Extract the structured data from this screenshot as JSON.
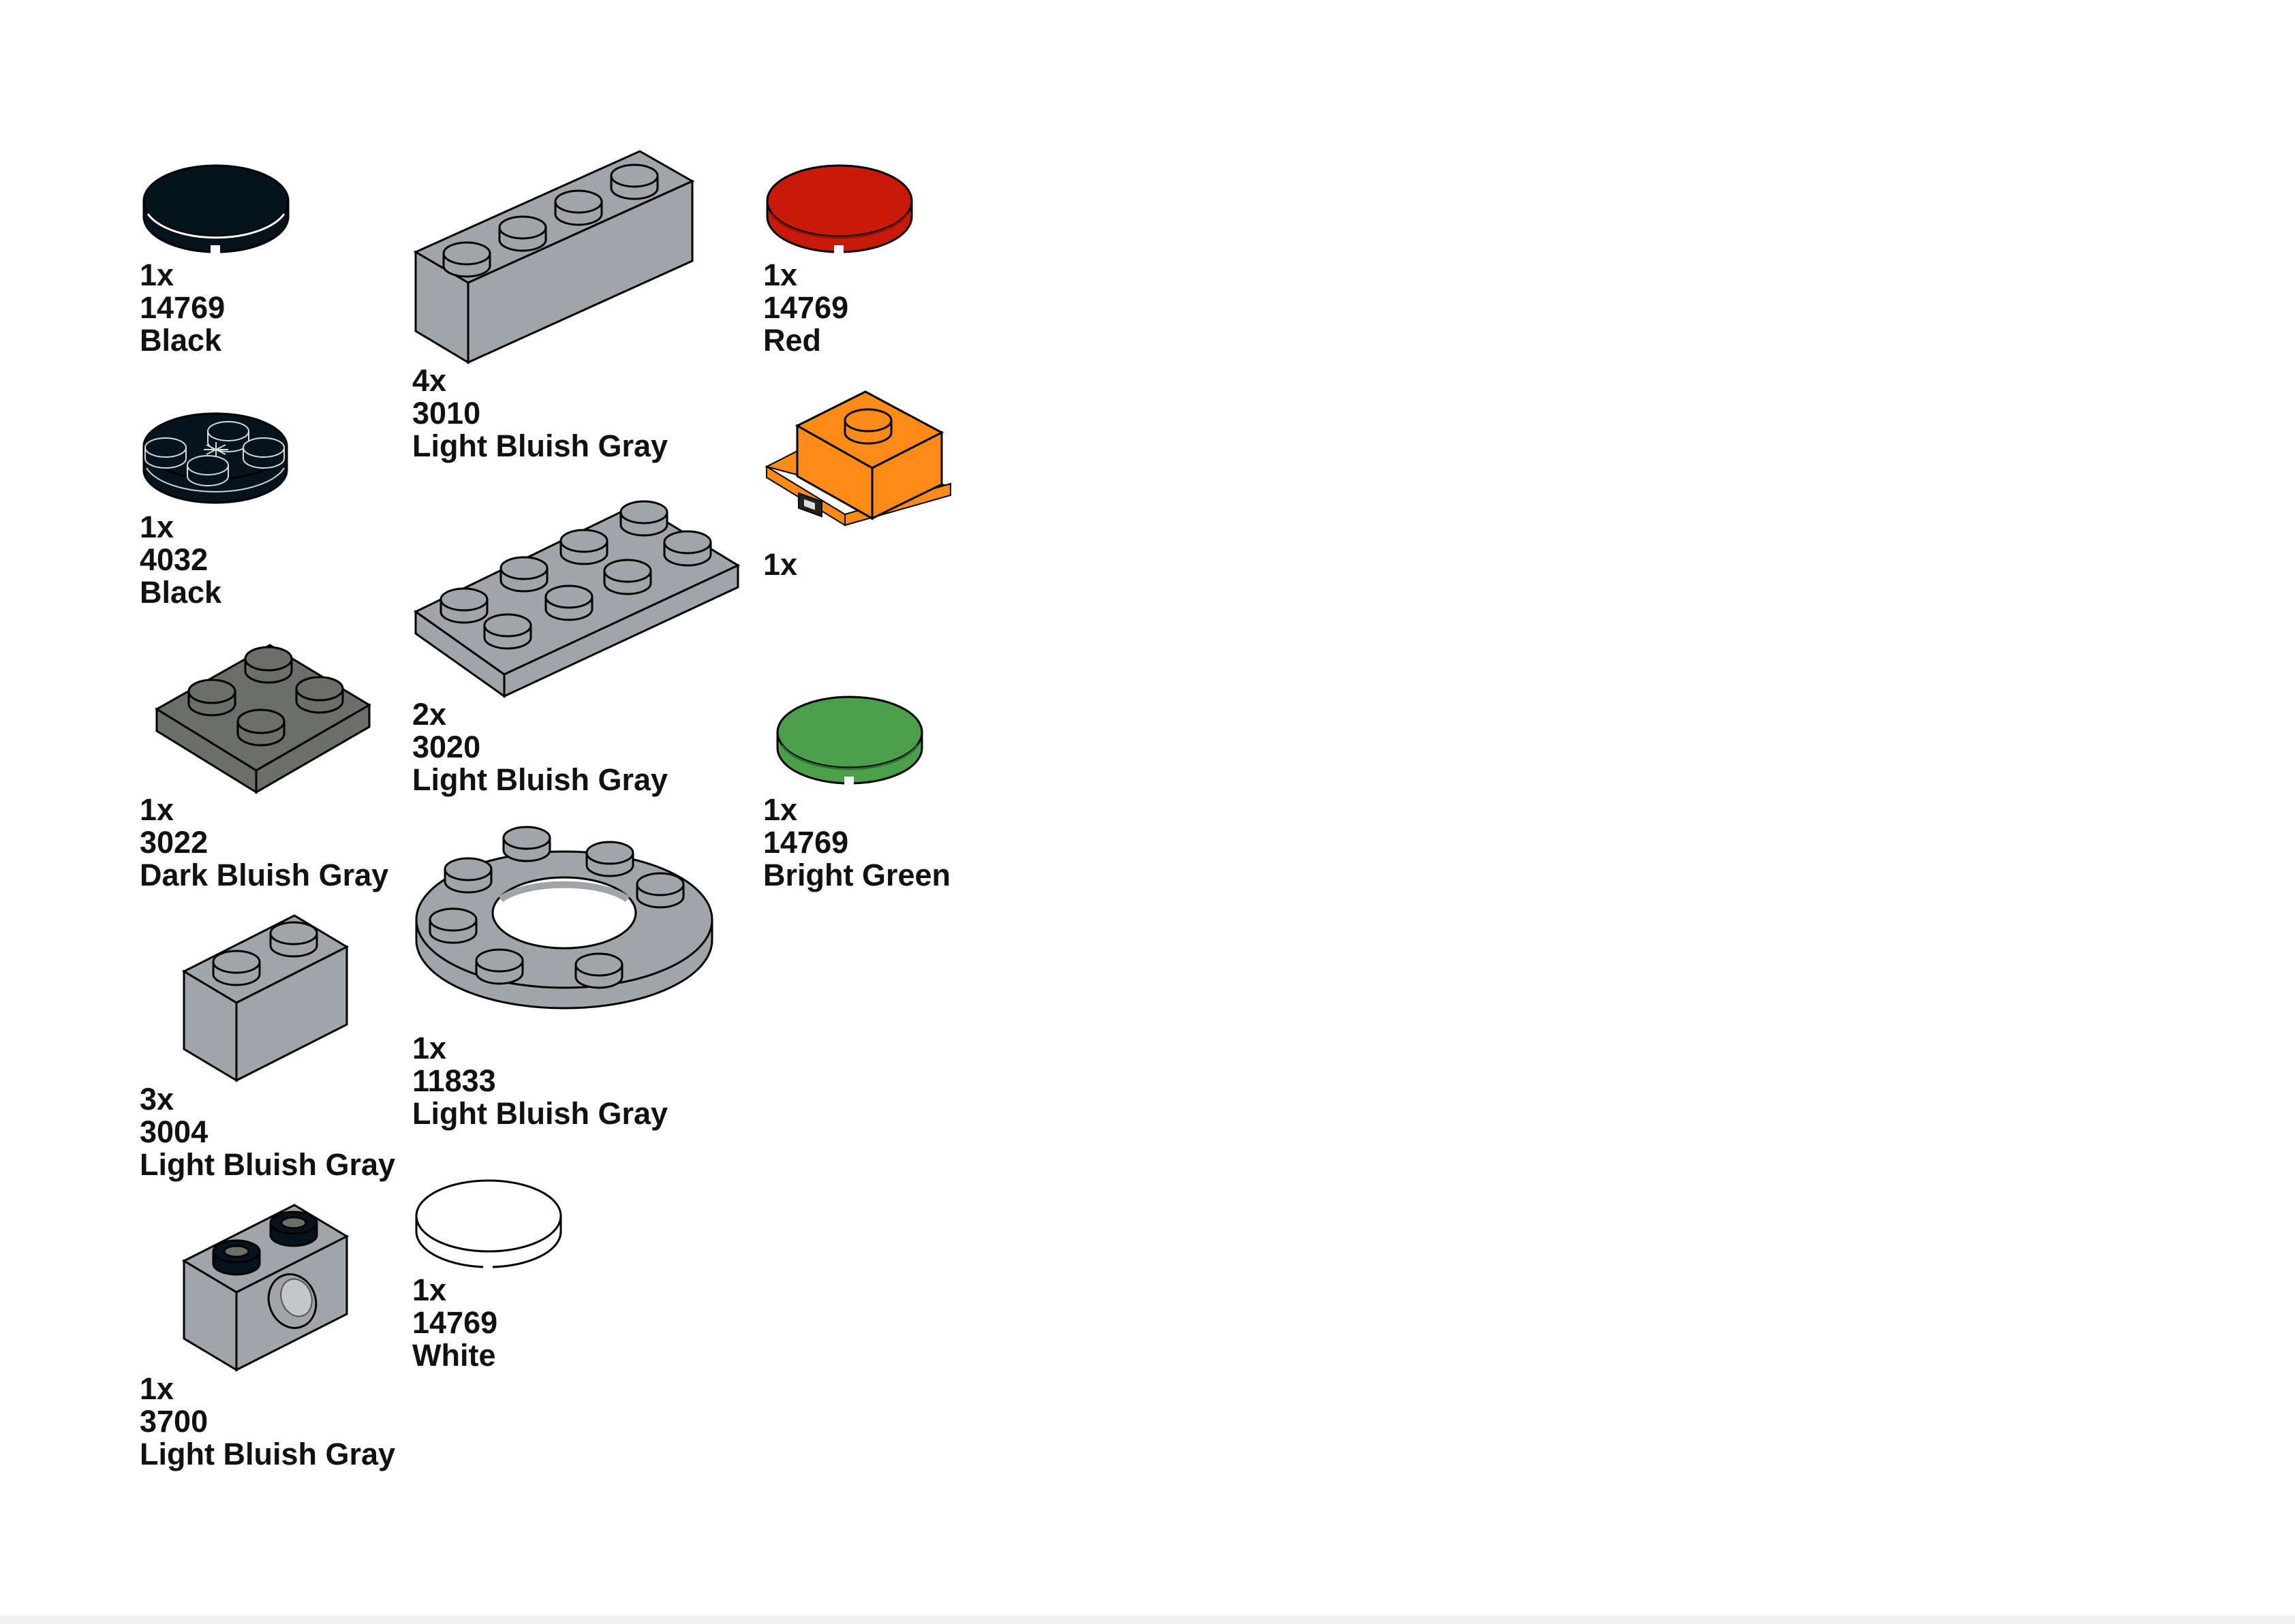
{
  "parts": [
    {
      "qty": "1x",
      "part_no": "14769",
      "color_name": "Black",
      "fill": "#05131d",
      "icon": "round-tile-2x2-icon"
    },
    {
      "qty": "1x",
      "part_no": "4032",
      "color_name": "Black",
      "fill": "#05131d",
      "icon": "round-plate-2x2-axle-hole-icon"
    },
    {
      "qty": "1x",
      "part_no": "3022",
      "color_name": "Dark Bluish Gray",
      "fill": "#6c6e68",
      "icon": "plate-2x2-icon"
    },
    {
      "qty": "3x",
      "part_no": "3004",
      "color_name": "Light Bluish Gray",
      "fill": "#a0a5a9",
      "icon": "brick-1x2-icon"
    },
    {
      "qty": "1x",
      "part_no": "3700",
      "color_name": "Light Bluish Gray",
      "fill": "#a0a5a9",
      "icon": "technic-brick-1x2-hole-icon"
    },
    {
      "qty": "4x",
      "part_no": "3010",
      "color_name": "Light Bluish Gray",
      "fill": "#a0a5a9",
      "icon": "brick-1x4-icon"
    },
    {
      "qty": "2x",
      "part_no": "3020",
      "color_name": "Light Bluish Gray",
      "fill": "#a0a5a9",
      "icon": "plate-2x4-icon"
    },
    {
      "qty": "1x",
      "part_no": "11833",
      "color_name": "Light Bluish Gray",
      "fill": "#a0a5a9",
      "icon": "round-plate-4x4-hole-icon"
    },
    {
      "qty": "1x",
      "part_no": "14769",
      "color_name": "White",
      "fill": "#ffffff",
      "icon": "round-tile-2x2-icon"
    },
    {
      "qty": "1x",
      "part_no": "14769",
      "color_name": "Red",
      "fill": "#c91a09",
      "icon": "round-tile-2x2-icon"
    },
    {
      "qty": "1x",
      "part_no": "",
      "color_name": "",
      "fill": "#fe8a18",
      "icon": "light-brick-2x2-icon"
    },
    {
      "qty": "1x",
      "part_no": "14769",
      "color_name": "Bright Green",
      "fill": "#4b9f4a",
      "icon": "round-tile-2x2-icon"
    }
  ]
}
